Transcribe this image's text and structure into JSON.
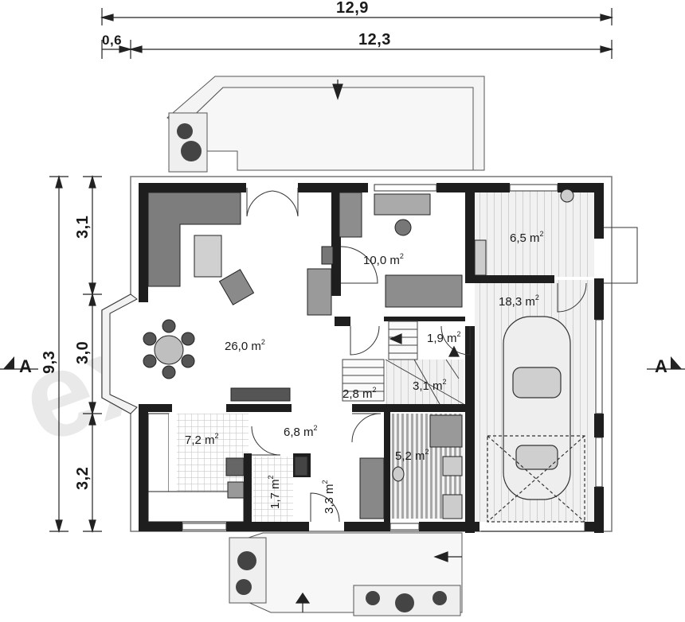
{
  "dimensions": {
    "overall_width": "12,9",
    "inner_width": "12,3",
    "wall_offset": "0,6",
    "overall_depth": "9,3",
    "segment_top": "3,1",
    "segment_middle": "3,0",
    "segment_bottom": "3,2"
  },
  "section_marks": {
    "left": "A",
    "right": "A"
  },
  "rooms": [
    {
      "id": "living",
      "value": "26,0 m",
      "sup": "2"
    },
    {
      "id": "bedroom",
      "value": "10,0 m",
      "sup": "2"
    },
    {
      "id": "utility",
      "value": "6,5 m",
      "sup": "2"
    },
    {
      "id": "garage",
      "value": "18,3 m",
      "sup": "2"
    },
    {
      "id": "corridor-upper",
      "value": "1,9 m",
      "sup": "2"
    },
    {
      "id": "stair-left",
      "value": "2,8 m",
      "sup": "2"
    },
    {
      "id": "stair-right",
      "value": "3,1 m",
      "sup": "2"
    },
    {
      "id": "kitchen",
      "value": "7,2 m",
      "sup": "2"
    },
    {
      "id": "hall",
      "value": "6,8 m",
      "sup": "2"
    },
    {
      "id": "bathroom",
      "value": "5,2 m",
      "sup": "2"
    },
    {
      "id": "pantry",
      "value": "1,7 m",
      "sup": "2"
    },
    {
      "id": "vestibule",
      "value": "3,3 m",
      "sup": "2"
    }
  ],
  "watermark": "extradom"
}
